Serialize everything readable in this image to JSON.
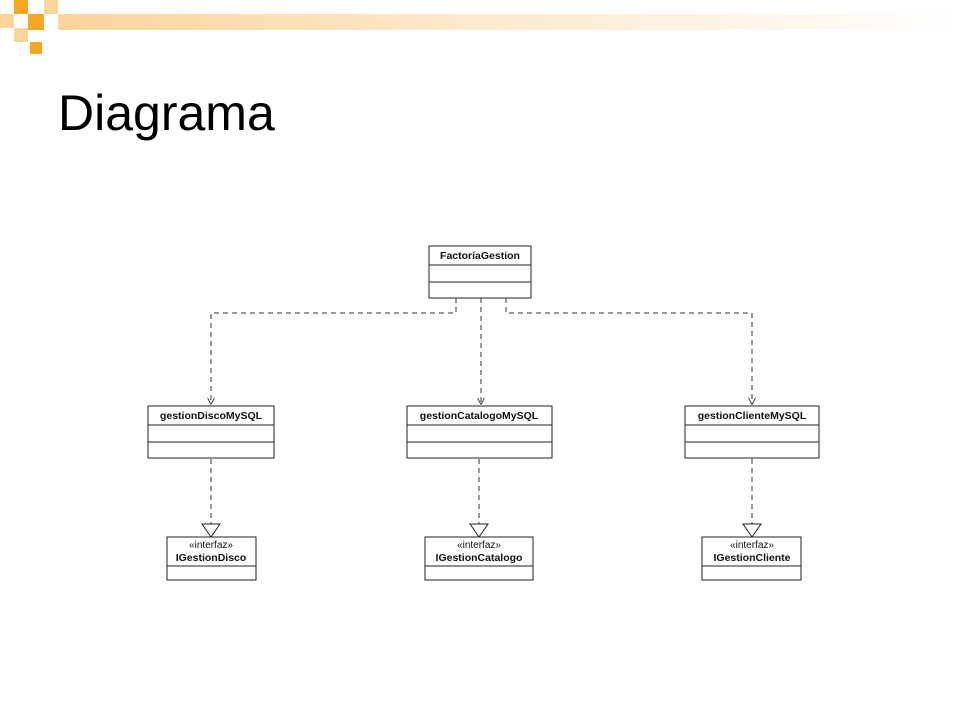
{
  "slide": {
    "title": "Diagrama",
    "accent_color": "#f5a623",
    "accent_light": "#fbd49a"
  },
  "diagram": {
    "factory": {
      "name": "FactoríaGestion"
    },
    "implementations": [
      {
        "name": "gestionDiscoMySQL"
      },
      {
        "name": "gestionCatalogoMySQL"
      },
      {
        "name": "gestionClienteMySQL"
      }
    ],
    "interfaces": [
      {
        "stereotype": "«interfaz»",
        "name": "IGestionDisco"
      },
      {
        "stereotype": "«interfaz»",
        "name": "IGestionCatalogo"
      },
      {
        "stereotype": "«interfaz»",
        "name": "IGestionCliente"
      }
    ],
    "relations": [
      {
        "from": "FactoríaGestion",
        "to": "gestionDiscoMySQL",
        "kind": "dependency"
      },
      {
        "from": "FactoríaGestion",
        "to": "gestionCatalogoMySQL",
        "kind": "dependency"
      },
      {
        "from": "FactoríaGestion",
        "to": "gestionClienteMySQL",
        "kind": "dependency"
      },
      {
        "from": "gestionDiscoMySQL",
        "to": "IGestionDisco",
        "kind": "realization"
      },
      {
        "from": "gestionCatalogoMySQL",
        "to": "IGestionCatalogo",
        "kind": "realization"
      },
      {
        "from": "gestionClienteMySQL",
        "to": "IGestionCliente",
        "kind": "realization"
      }
    ]
  }
}
